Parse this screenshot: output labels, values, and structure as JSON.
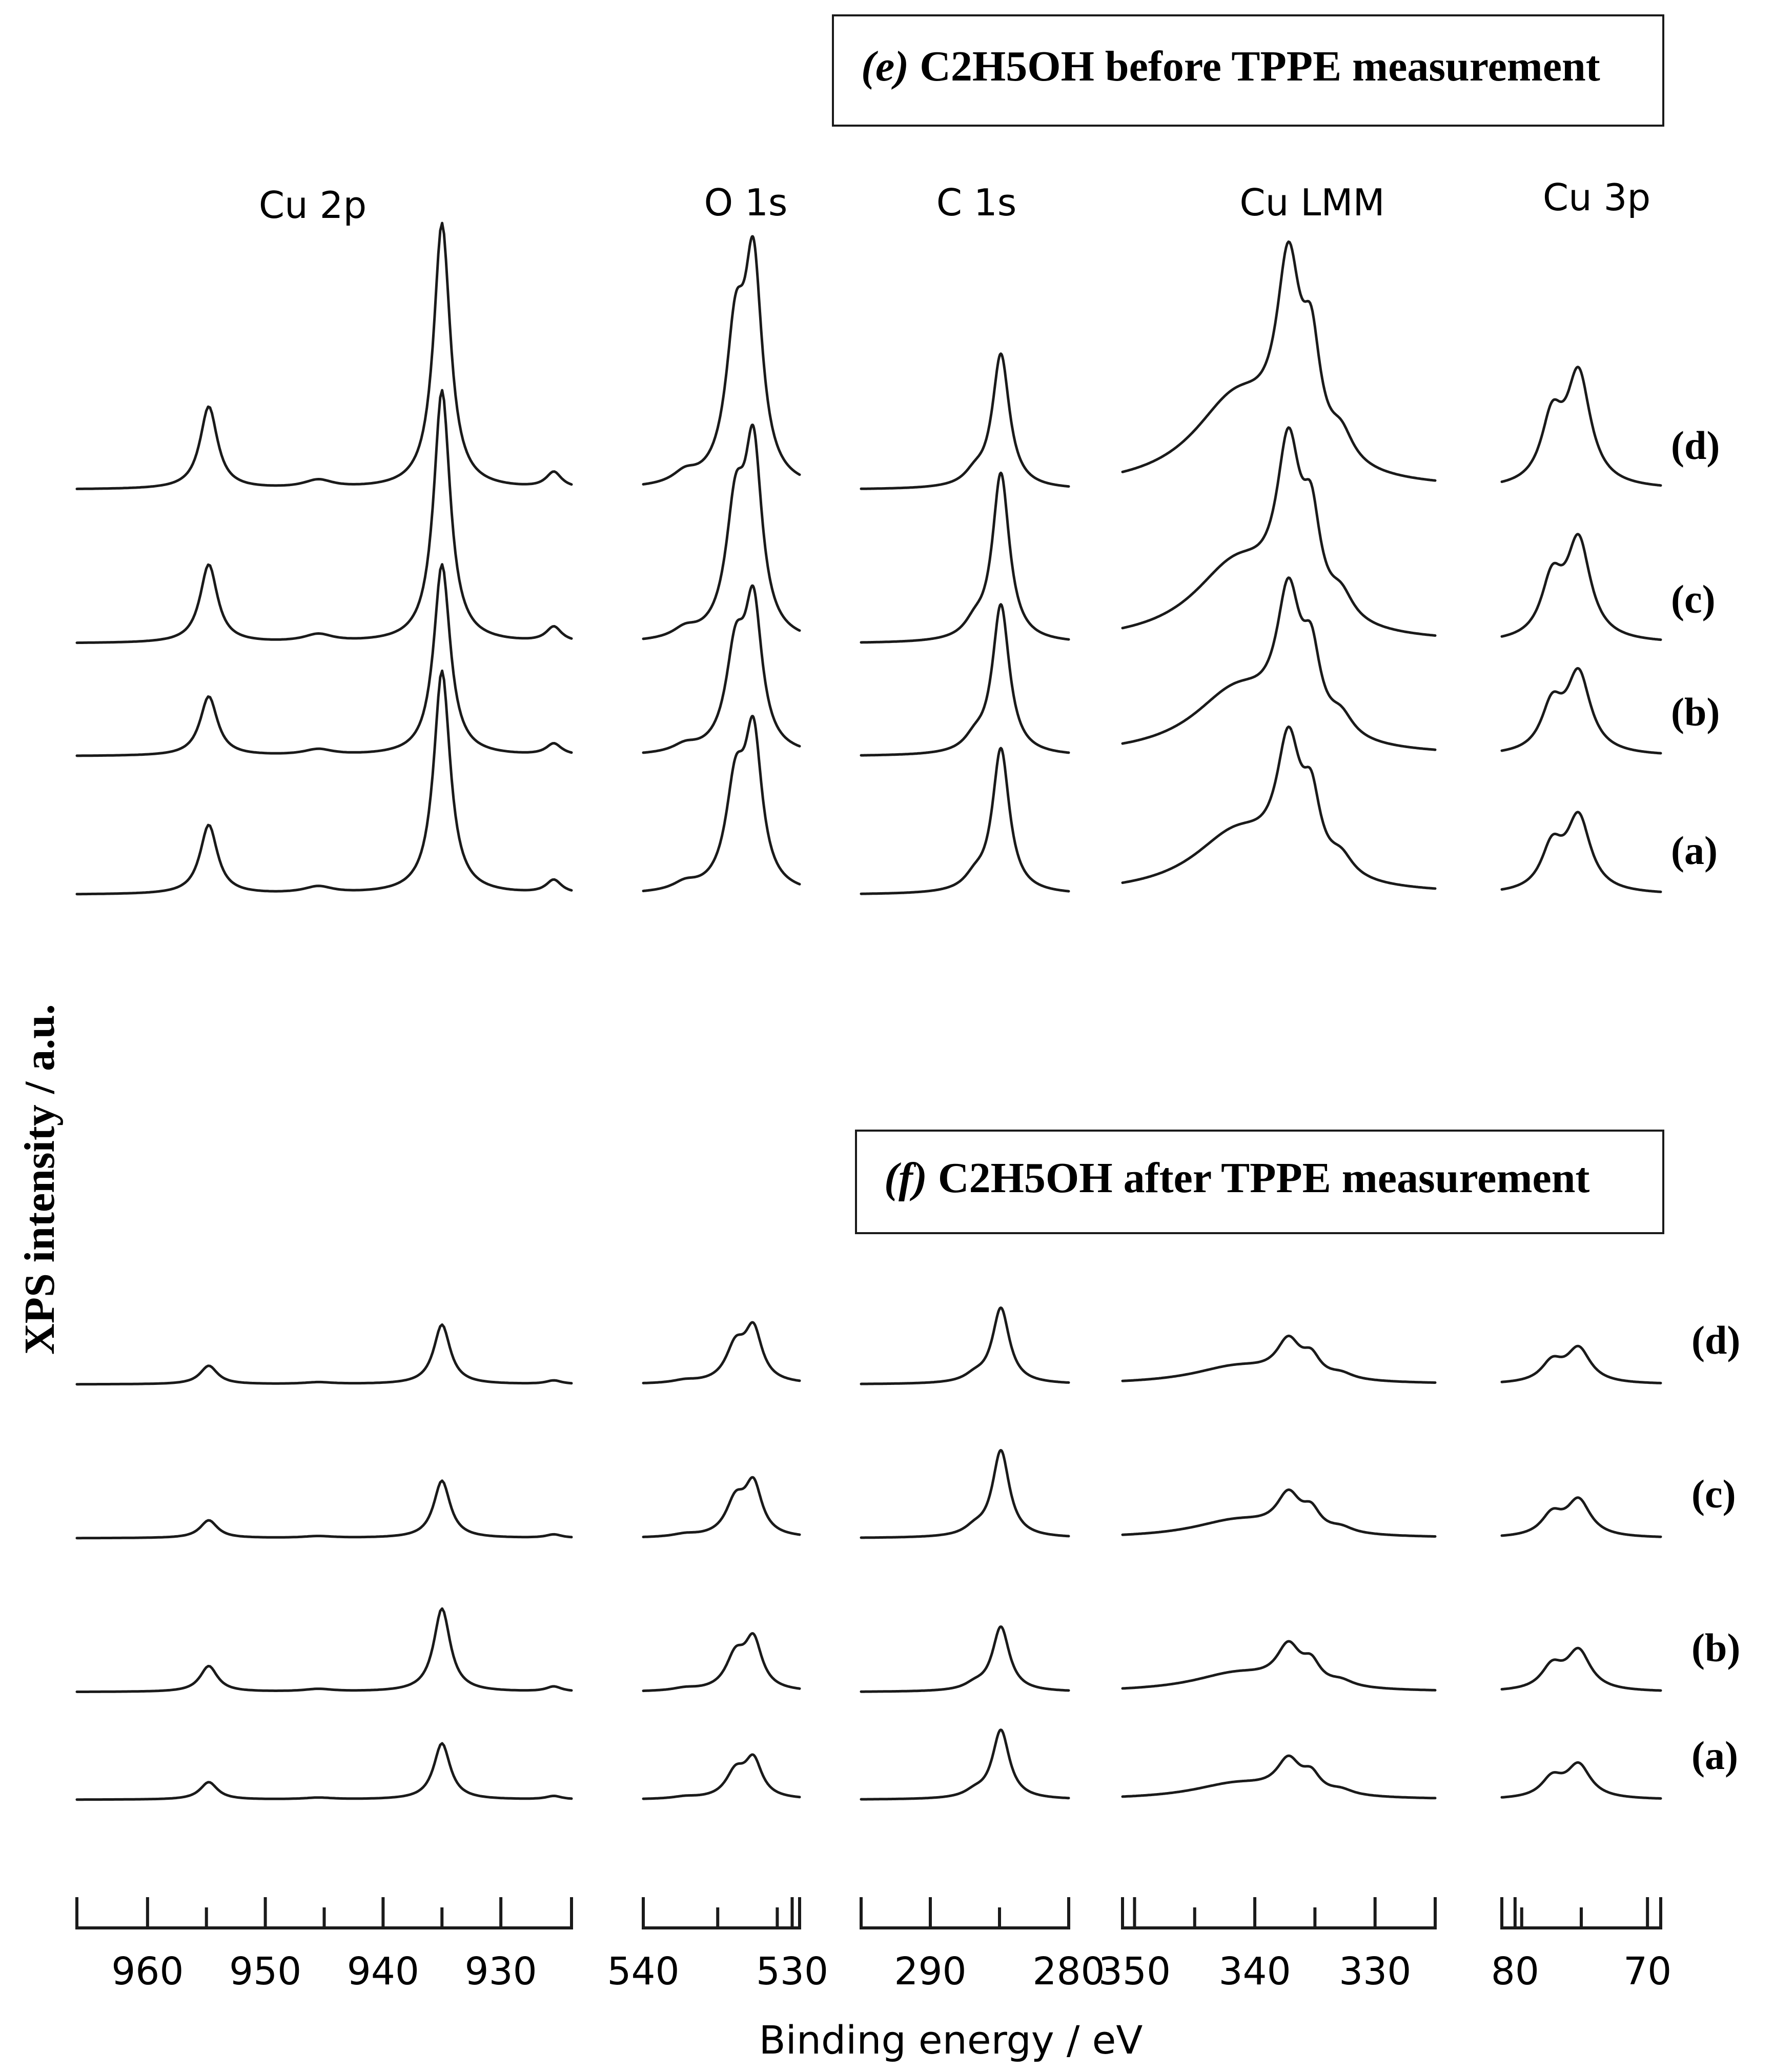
{
  "chart_data": {
    "type": "line",
    "ylabel": "XPS intensity / a.u.",
    "xlabel": "Binding energy / eV",
    "region_labels": [
      "Cu 2p",
      "O 1s",
      "C 1s",
      "Cu LMM",
      "Cu 3p"
    ],
    "regions": [
      {
        "name": "Cu 2p",
        "xlim": [
          966,
          924
        ],
        "ticks": [
          960,
          950,
          940,
          930
        ],
        "minor_ticks": [
          955,
          945,
          935
        ],
        "peaks": [
          {
            "center": 954.8,
            "width": 0.9,
            "rel": 0.31
          },
          {
            "center": 945.5,
            "width": 1.5,
            "rel": 0.03
          },
          {
            "center": 935.0,
            "width": 0.85,
            "rel": 1.0
          },
          {
            "center": 925.5,
            "width": 0.8,
            "rel": 0.06
          }
        ]
      },
      {
        "name": "O 1s",
        "xlim": [
          540,
          529.5
        ],
        "ticks": [
          540,
          530
        ],
        "minor_ticks": [
          535,
          531
        ],
        "peaks": [
          {
            "center": 533.8,
            "width": 0.8,
            "rel": 0.65
          },
          {
            "center": 532.6,
            "width": 0.7,
            "rel": 0.95
          },
          {
            "center": 537.2,
            "width": 1.0,
            "rel": 0.05
          }
        ]
      },
      {
        "name": "C 1s",
        "xlim": [
          295,
          280
        ],
        "ticks": [
          290,
          280
        ],
        "minor_ticks": [
          285
        ],
        "peaks": [
          {
            "center": 284.9,
            "width": 0.75,
            "rel": 1.0
          },
          {
            "center": 286.8,
            "width": 0.9,
            "rel": 0.08
          }
        ]
      },
      {
        "name": "Cu LMM",
        "xlim": [
          351,
          325
        ],
        "ticks": [
          350,
          340,
          330
        ],
        "minor_ticks": [
          345,
          335
        ],
        "peaks": [
          {
            "center": 337.2,
            "width": 1.2,
            "rel": 0.8
          },
          {
            "center": 335.3,
            "width": 0.9,
            "rel": 0.42
          },
          {
            "center": 341.5,
            "width": 4.5,
            "rel": 0.38
          },
          {
            "center": 332.8,
            "width": 1.2,
            "rel": 0.12
          }
        ]
      },
      {
        "name": "Cu 3p",
        "xlim": [
          81,
          69
        ],
        "ticks": [
          80,
          70
        ],
        "minor_ticks": [
          79.5,
          75
        ],
        "peaks": [
          {
            "center": 75.2,
            "width": 1.1,
            "rel": 0.35
          },
          {
            "center": 77.2,
            "width": 1.0,
            "rel": 0.2
          }
        ]
      }
    ],
    "panels": [
      {
        "title_prefix": "(e)",
        "title_text": "C2H5OH before TPPE measurement",
        "series": [
          {
            "name": "(d)",
            "heights": [
              1.0,
              0.95,
              0.51,
              0.93,
              0.46
            ]
          },
          {
            "name": "(c)",
            "heights": [
              0.95,
              0.82,
              0.64,
              0.81,
              0.41
            ]
          },
          {
            "name": "(b)",
            "heights": [
              0.72,
              0.64,
              0.57,
              0.67,
              0.33
            ]
          },
          {
            "name": "(a)",
            "heights": [
              0.84,
              0.67,
              0.55,
              0.63,
              0.31
            ]
          }
        ]
      },
      {
        "title_prefix": "(f)",
        "title_text": "C2H5OH after TPPE measurement",
        "series": [
          {
            "name": "(d)",
            "heights": [
              0.53,
              0.55,
              0.68,
              0.43,
              0.34
            ]
          },
          {
            "name": "(c)",
            "heights": [
              0.51,
              0.54,
              0.78,
              0.43,
              0.36
            ]
          },
          {
            "name": "(b)",
            "heights": [
              0.74,
              0.52,
              0.58,
              0.45,
              0.39
            ]
          },
          {
            "name": "(a)",
            "heights": [
              0.5,
              0.4,
              0.62,
              0.39,
              0.33
            ]
          }
        ]
      }
    ],
    "grid": false,
    "legend": "series labels at right of each trace row"
  }
}
